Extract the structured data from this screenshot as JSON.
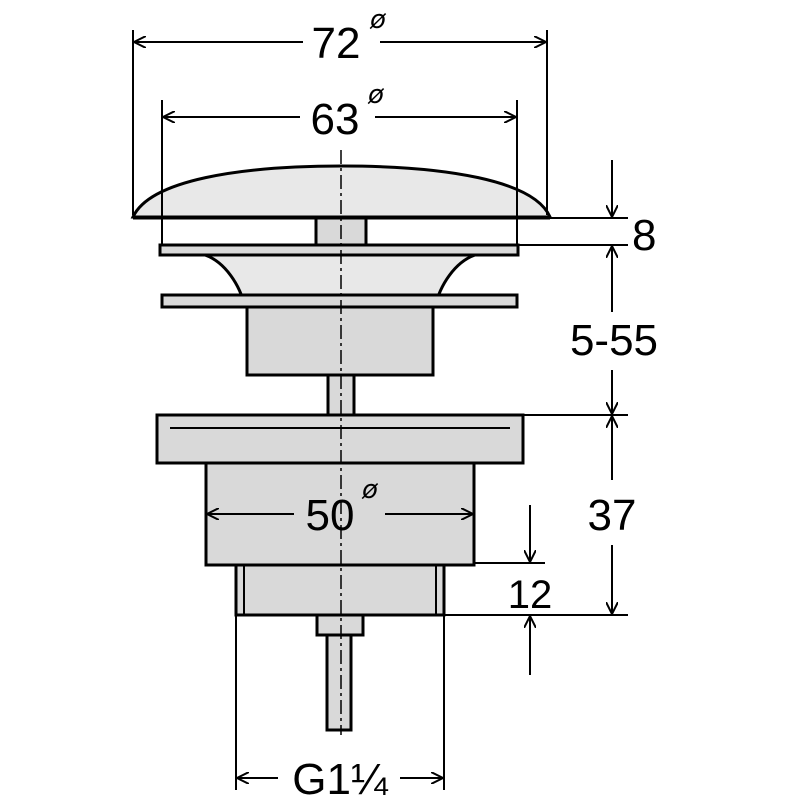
{
  "dimensions": {
    "outer_diameter": "72",
    "cap_diameter": "63",
    "body_diameter": "50",
    "diameter_symbol": "ø",
    "cap_height": "8",
    "adjust_range": "5-55",
    "body_height": "37",
    "thread_length": "12",
    "thread_size": "G1¼"
  }
}
